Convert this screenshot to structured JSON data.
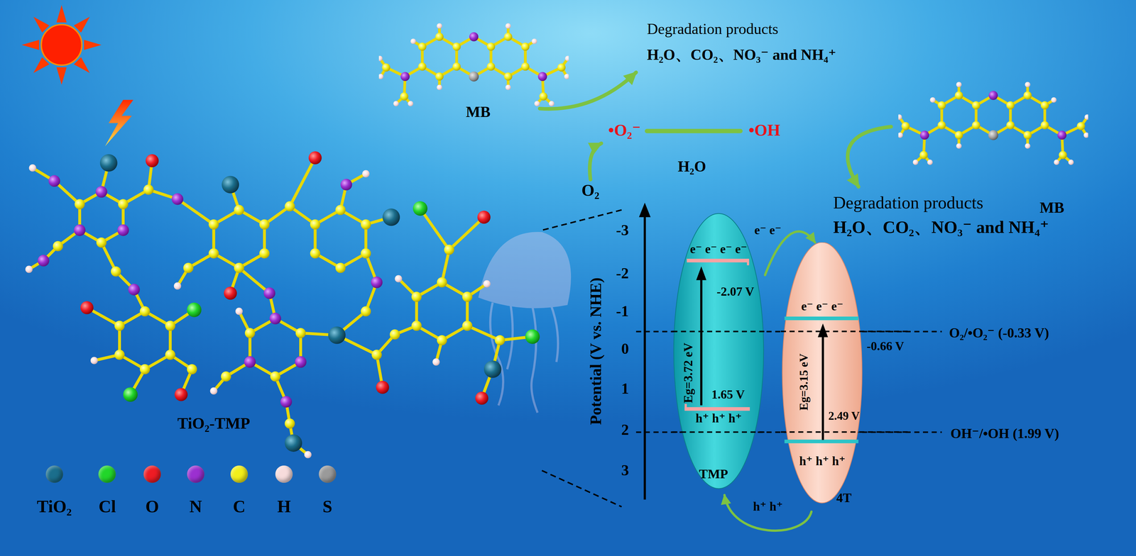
{
  "diagram": {
    "nodes": [
      {
        "text": [
          "e⁻ e⁻ e⁻ e⁻",
          "-2.07 V",
          "Eg=3.72 eV",
          "1.65 V",
          "h⁺ h⁺ h⁺",
          "TMP"
        ]
      },
      {
        "text": [
          "e⁻ e⁻ e⁻",
          "-0.66 V",
          "Eg=3.15 eV",
          "2.49 V",
          "h⁺ h⁺ h⁺",
          "4T"
        ]
      }
    ],
    "edges": [
      {
        "from": 0,
        "to": 1,
        "arrow": "to",
        "label": "e⁻ e⁻"
      },
      {
        "from": 1,
        "to": 0,
        "arrow": "to",
        "label": "h⁺ h⁺"
      }
    ],
    "labels": [
      "Degradation products",
      "H₂O、CO₂、NO₃⁻ and NH₄⁺",
      "MB",
      "•O₂⁻",
      "•OH",
      "H₂O",
      "O₂",
      "MB",
      "Degradation products",
      "H₂O、CO₂、NO₃⁻ and NH₄⁺",
      "TiO₂-TMP",
      "Potential (V vs. NHE)",
      "-3",
      "-2",
      "-1",
      "0",
      "1",
      "2",
      "3",
      "O₂/•O₂⁻ (-0.33 V)",
      "OH⁻/•OH (1.99 V)"
    ],
    "legend": [
      {
        "text": "TiO₂",
        "color": "#1b6e8c"
      },
      {
        "text": "Cl",
        "color": "#22d62a"
      },
      {
        "text": "O",
        "color": "#ee1c24"
      },
      {
        "text": "N",
        "color": "#9b30d0"
      },
      {
        "text": "C",
        "color": "#f2ef1a"
      },
      {
        "text": "H",
        "color": "#f7dcdc"
      },
      {
        "text": "S",
        "color": "#9a9a9a"
      }
    ]
  }
}
